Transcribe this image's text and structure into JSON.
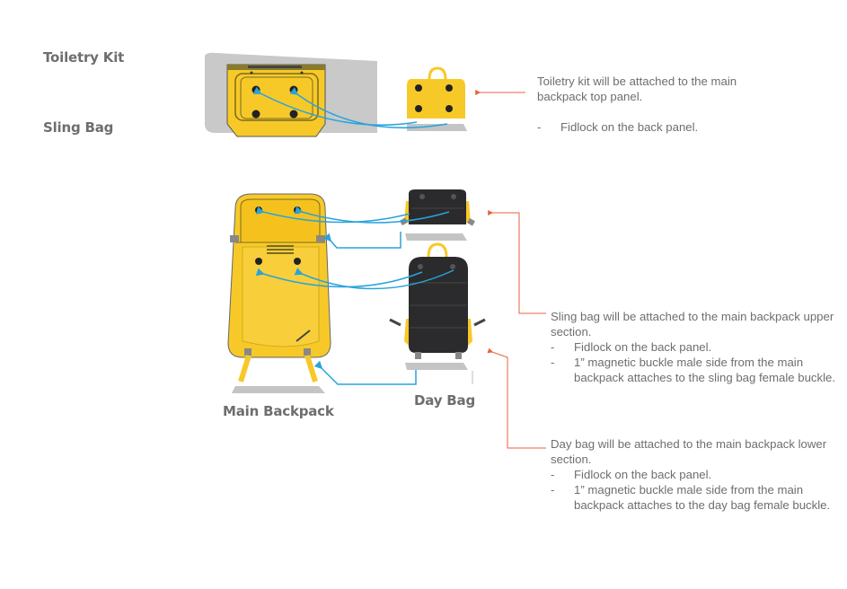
{
  "labels": {
    "toiletry_kit": "Toiletry Kit",
    "sling_bag": "Sling Bag",
    "main_backpack": "Main Backpack",
    "day_bag": "Day Bag"
  },
  "notes": {
    "toiletry": {
      "intro": "Toiletry kit will be attached to the main backpack top panel.",
      "bullets": [
        "Fidlock on the back panel."
      ]
    },
    "sling": {
      "intro": "Sling bag will be attached to the main backpack upper section.",
      "bullets": [
        "Fidlock on the back panel.",
        "1” magnetic buckle male side from the main backpack attaches to the sling bag female buckle."
      ]
    },
    "day": {
      "intro": "Day bag will be attached to the main backpack lower section.",
      "bullets": [
        "Fidlock on the back panel.",
        "1” magnetic buckle male side from the main backpack attaches to the day bag female buckle."
      ]
    },
    "bullet_marker": "-"
  },
  "colors": {
    "bag_yellow": "#f7c928",
    "bag_black": "#2b2b2d",
    "outline": "#4a4a4a",
    "connector_blue": "#29a3dc",
    "callout_red": "#e8613c",
    "text_gray": "#6d6e70",
    "shadow_gray": "#c4c4c4"
  }
}
